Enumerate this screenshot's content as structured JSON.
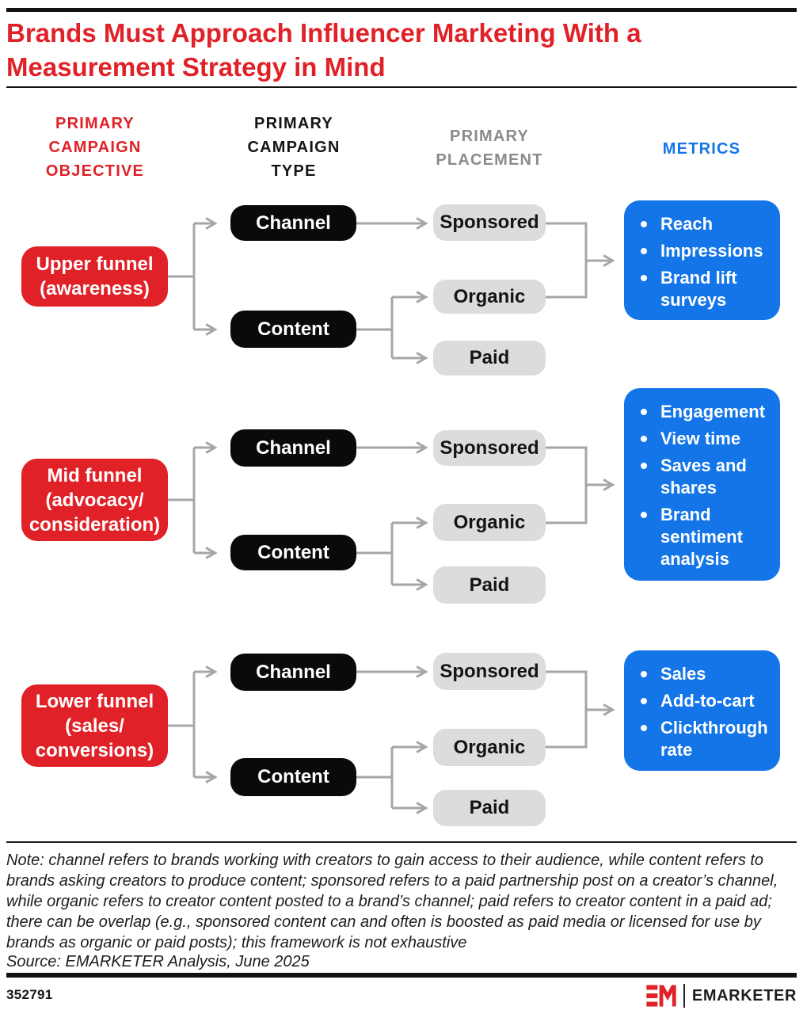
{
  "title": "Brands Must Approach Influencer Marketing With a Measurement Strategy in Mind",
  "colors": {
    "brand_red": "#E02127",
    "brand_blue": "#1375E8",
    "box_black": "#0A0A0A",
    "box_gray": "#DCDCDD",
    "connector_gray": "#A6A6A6",
    "header_gray": "#898B8E",
    "text_dark": "#1D1D1B"
  },
  "column_headers": [
    {
      "lines": [
        "PRIMARY",
        "CAMPAIGN",
        "OBJECTIVE"
      ]
    },
    {
      "lines": [
        "PRIMARY",
        "CAMPAIGN",
        "TYPE"
      ]
    },
    {
      "lines": [
        "PRIMARY",
        "PLACEMENT"
      ]
    },
    {
      "lines": [
        "METRICS"
      ]
    }
  ],
  "rows": [
    {
      "objective_lines": [
        "Upper funnel",
        "(awareness)"
      ],
      "campaign_types": [
        "Channel",
        "Content"
      ],
      "placements": [
        "Sponsored",
        "Organic",
        "Paid"
      ],
      "metrics": [
        "Reach",
        "Impressions",
        "Brand lift surveys"
      ]
    },
    {
      "objective_lines": [
        "Mid funnel",
        "(advocacy/",
        "consideration)"
      ],
      "campaign_types": [
        "Channel",
        "Content"
      ],
      "placements": [
        "Sponsored",
        "Organic",
        "Paid"
      ],
      "metrics": [
        "Engagement",
        "View time",
        "Saves and shares",
        "Brand sentiment analysis"
      ]
    },
    {
      "objective_lines": [
        "Lower funnel",
        "(sales/",
        "conversions)"
      ],
      "campaign_types": [
        "Channel",
        "Content"
      ],
      "placements": [
        "Sponsored",
        "Organic",
        "Paid"
      ],
      "metrics": [
        "Sales",
        "Add-to-cart",
        "Clickthrough rate"
      ]
    }
  ],
  "note": "Note: channel refers to brands working with creators to gain access to their audience, while content refers to brands asking creators to produce content; sponsored refers to a paid partnership post on a creator’s channel, while organic refers to creator content posted to a brand’s channel; paid refers to creator content in a paid ad; there can be overlap (e.g., sponsored content can and often is boosted as paid media or licensed for use by brands as organic or paid posts); this framework is not exhaustive",
  "source": "Source: EMARKETER Analysis, June 2025",
  "footer": {
    "chart_id": "352791",
    "brand": "EMARKETER"
  }
}
